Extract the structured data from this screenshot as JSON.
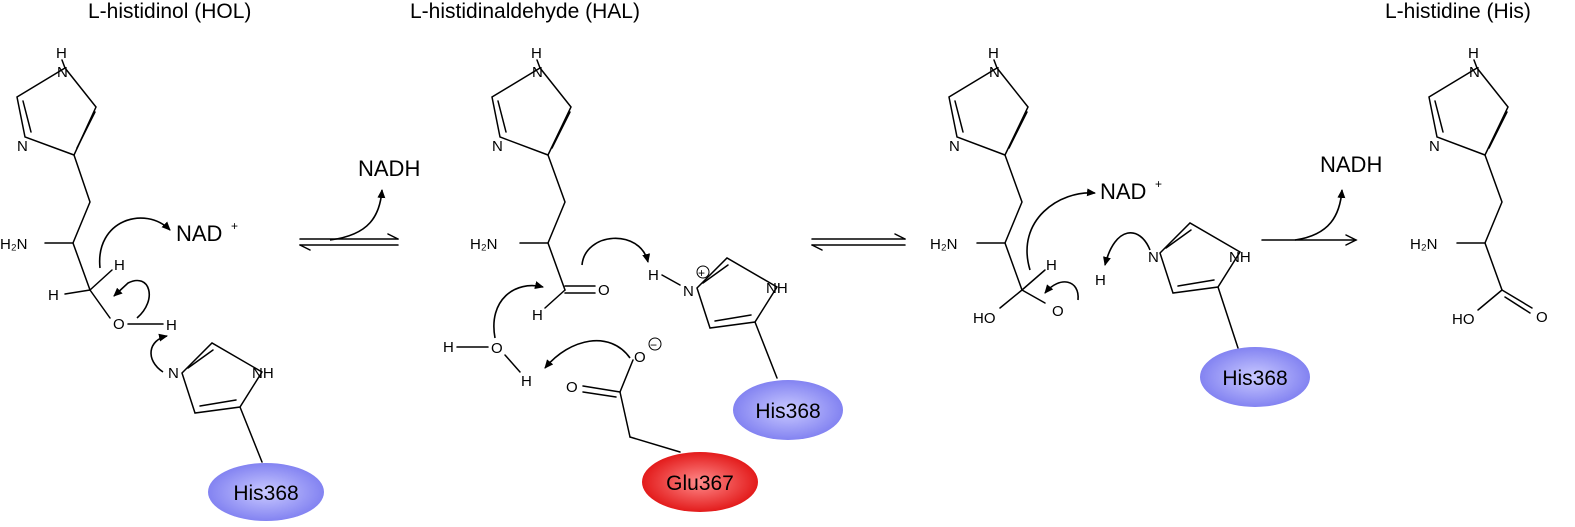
{
  "titles": {
    "hol": "L-histidinol (HOL)",
    "hal": "L-histidinaldehyde (HAL)",
    "his": "L-histidine (His)"
  },
  "cofactors": {
    "nadh": "NADH",
    "nad": "NAD",
    "nad_charge": "+"
  },
  "residues": {
    "his": "His368",
    "glu": "Glu367"
  },
  "residue_colors": {
    "his": "#7c7cf0",
    "glu": "#e01010"
  },
  "atoms": {
    "H": "H",
    "N": "N",
    "O": "O",
    "NH": "NH",
    "H2N": "H₂N",
    "HO": "HO",
    "plus": "+",
    "minus": "−"
  }
}
